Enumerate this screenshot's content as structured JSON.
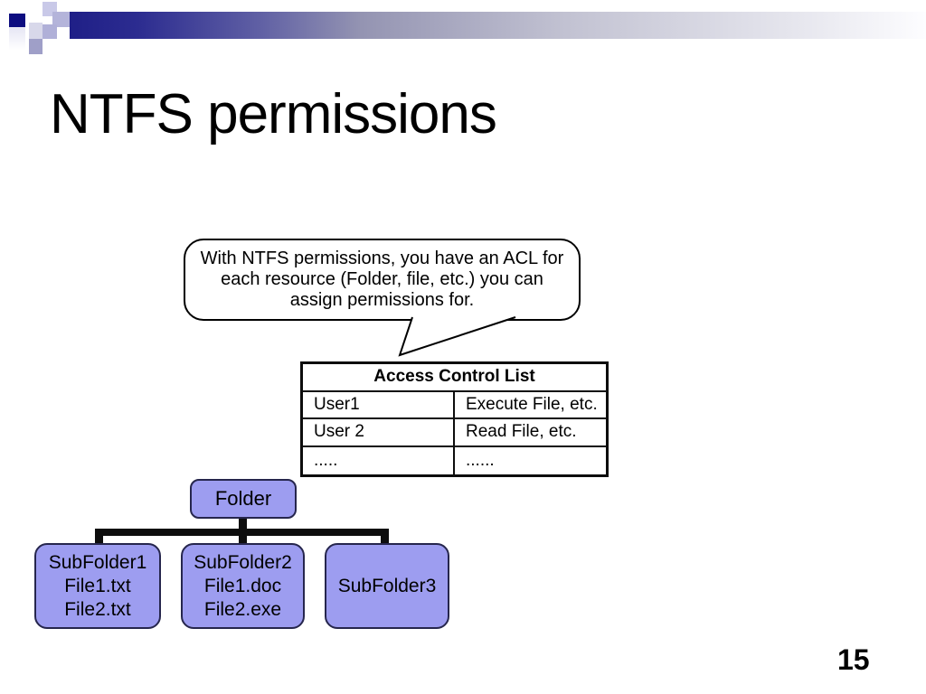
{
  "slide": {
    "title": "NTFS permissions",
    "page_number": "15"
  },
  "callout": {
    "lines": [
      "With NTFS permissions, you have an ACL for",
      "each resource (Folder, file, etc.) you can",
      "assign permissions for."
    ]
  },
  "acl_table": {
    "header": "Access Control List",
    "rows": [
      {
        "user": "User1",
        "permission": "Execute File, etc."
      },
      {
        "user": "User 2",
        "permission": "Read File, etc."
      },
      {
        "user": ".....",
        "permission": "......"
      }
    ]
  },
  "tree": {
    "root": {
      "label": "Folder"
    },
    "children": [
      {
        "lines": [
          "SubFolder1",
          "File1.txt",
          "File2.txt"
        ]
      },
      {
        "lines": [
          "SubFolder2",
          "File1.doc",
          "File2.exe"
        ]
      },
      {
        "lines": [
          "SubFolder3"
        ]
      }
    ]
  },
  "colors": {
    "bar_navy": "#1f1f87",
    "node_fill": "#9d9df0",
    "node_border": "#26264d",
    "connector": "#0d0d0d"
  }
}
